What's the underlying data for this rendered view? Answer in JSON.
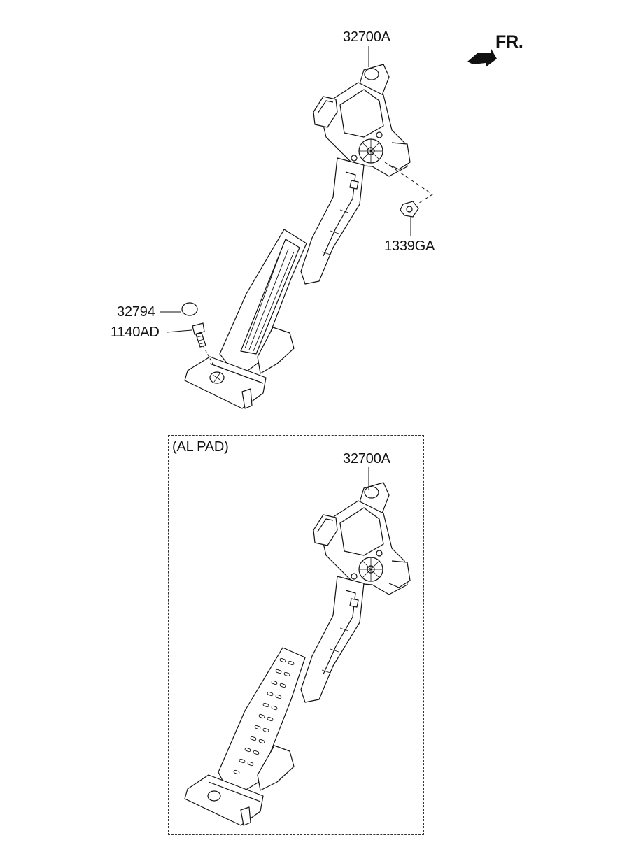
{
  "labels": {
    "main_assembly": "32700A",
    "nut": "1339GA",
    "stopper": "32794",
    "bolt": "1140AD",
    "front_indicator": "FR.",
    "variant_title": "(AL PAD)",
    "variant_assembly": "32700A"
  }
}
